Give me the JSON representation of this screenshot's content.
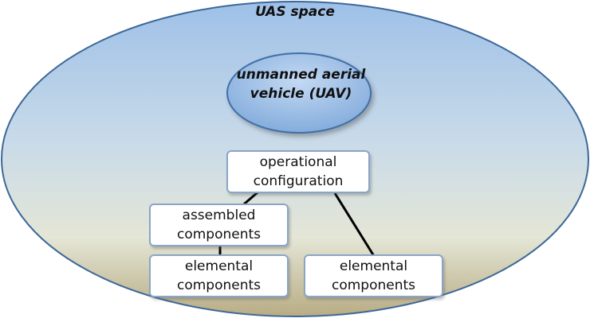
{
  "diagram": {
    "space_label": "UAS space",
    "uav_label": "unmanned aerial vehicle (UAV)",
    "operational_label": "operational configuration",
    "assembled_label": "assembled components",
    "elemental_left_label": "elemental components",
    "elemental_right_label": "elemental components"
  },
  "colors": {
    "ellipse_top": "#9ec0e8",
    "ellipse_bottom": "#b8ac84",
    "ellipse_border": "#3d6899",
    "uav_fill": "#8ab2e0",
    "box_border": "#8aa5c7",
    "connector": "#000000"
  }
}
